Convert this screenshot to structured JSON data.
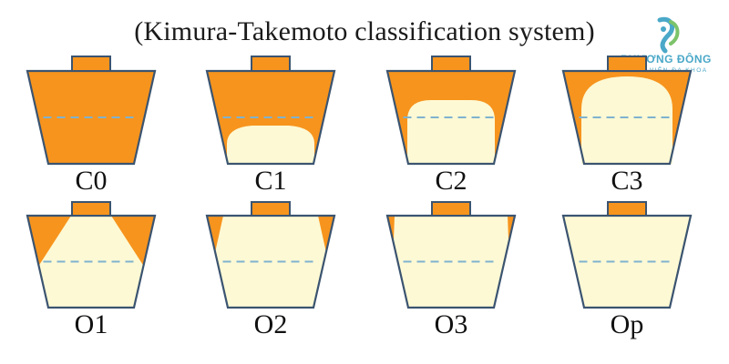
{
  "title": "(Kimura-Takemoto classification system)",
  "logo": {
    "name": "PHƯƠNG ĐÔNG",
    "subtitle": "BỆNH VIỆN ĐA KHOA"
  },
  "colors": {
    "atrophy": "#f7941d",
    "normal": "#fdf9d4",
    "outline": "#3b5470",
    "dashed_line": "#7fb2cf",
    "logo_accent": "#4aa8c8"
  },
  "types": [
    {
      "label": "C0"
    },
    {
      "label": "C1"
    },
    {
      "label": "C2"
    },
    {
      "label": "C3"
    },
    {
      "label": "O1"
    },
    {
      "label": "O2"
    },
    {
      "label": "O3"
    },
    {
      "label": "Op"
    }
  ]
}
